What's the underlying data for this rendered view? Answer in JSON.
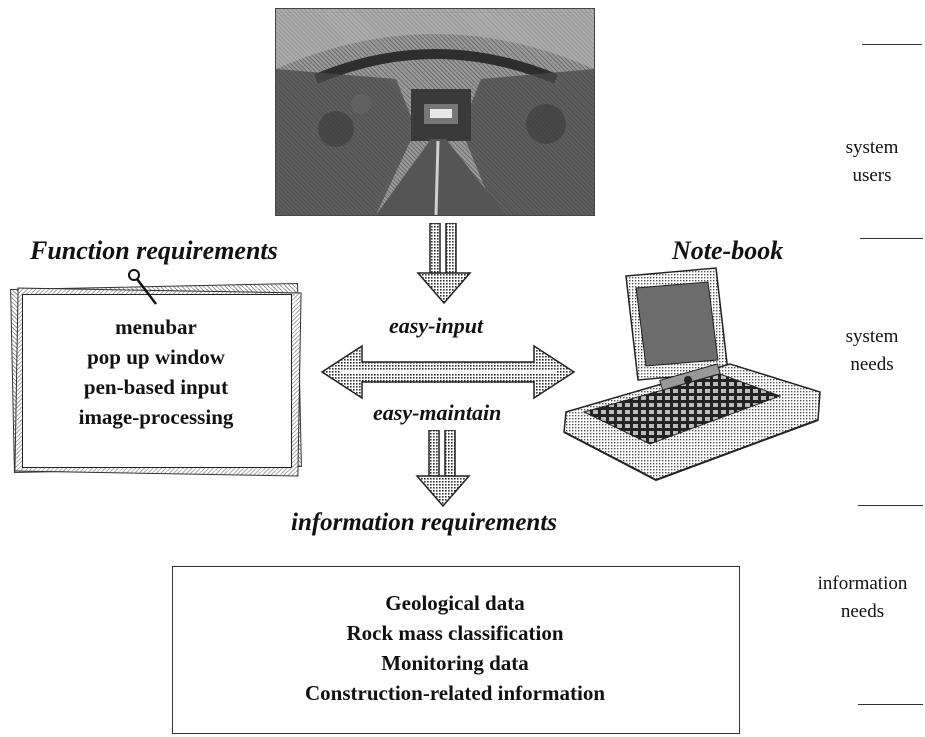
{
  "figure": {
    "function_requirements": {
      "title": "Function requirements",
      "items": [
        "menubar",
        "pop up window",
        "pen-based input",
        "image-processing"
      ]
    },
    "notebook_title": "Note-book",
    "easy_input": "easy-input",
    "easy_maintain": "easy-maintain",
    "information_requirements": {
      "title": "information requirements",
      "items": [
        "Geological data",
        "Rock mass classification",
        "Monitoring data",
        "Construction-related information"
      ]
    },
    "side_labels": {
      "system_users": [
        "system",
        "users"
      ],
      "system_needs": [
        "system",
        "needs"
      ],
      "information_needs": [
        "information",
        "needs"
      ]
    }
  }
}
